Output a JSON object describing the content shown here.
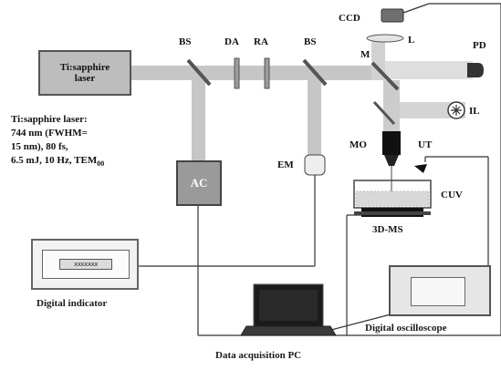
{
  "diagram": {
    "laser": {
      "line1": "Ti:sapphire",
      "line2": "laser"
    },
    "specs": [
      "Ti:sapphire laser:",
      "744 nm (FWHM=",
      "15 nm), 80 fs,",
      "6.5 mJ, 10 Hz, TEM"
    ],
    "specs_subscript": "00",
    "labels": {
      "bs1": "BS",
      "da": "DA",
      "ra": "RA",
      "bs2": "BS",
      "ccd": "CCD",
      "l": "L",
      "m": "M",
      "pd": "PD",
      "il": "IL",
      "mo": "MO",
      "ut": "UT",
      "cuv": "CUV",
      "ms": "3D-MS",
      "em": "EM",
      "ac": "AC"
    },
    "indicator_display": "xxxxxxx",
    "captions": {
      "indicator": "Digital indicator",
      "pc": "Data acquisition PC",
      "scope": "Digital oscilloscope"
    }
  }
}
